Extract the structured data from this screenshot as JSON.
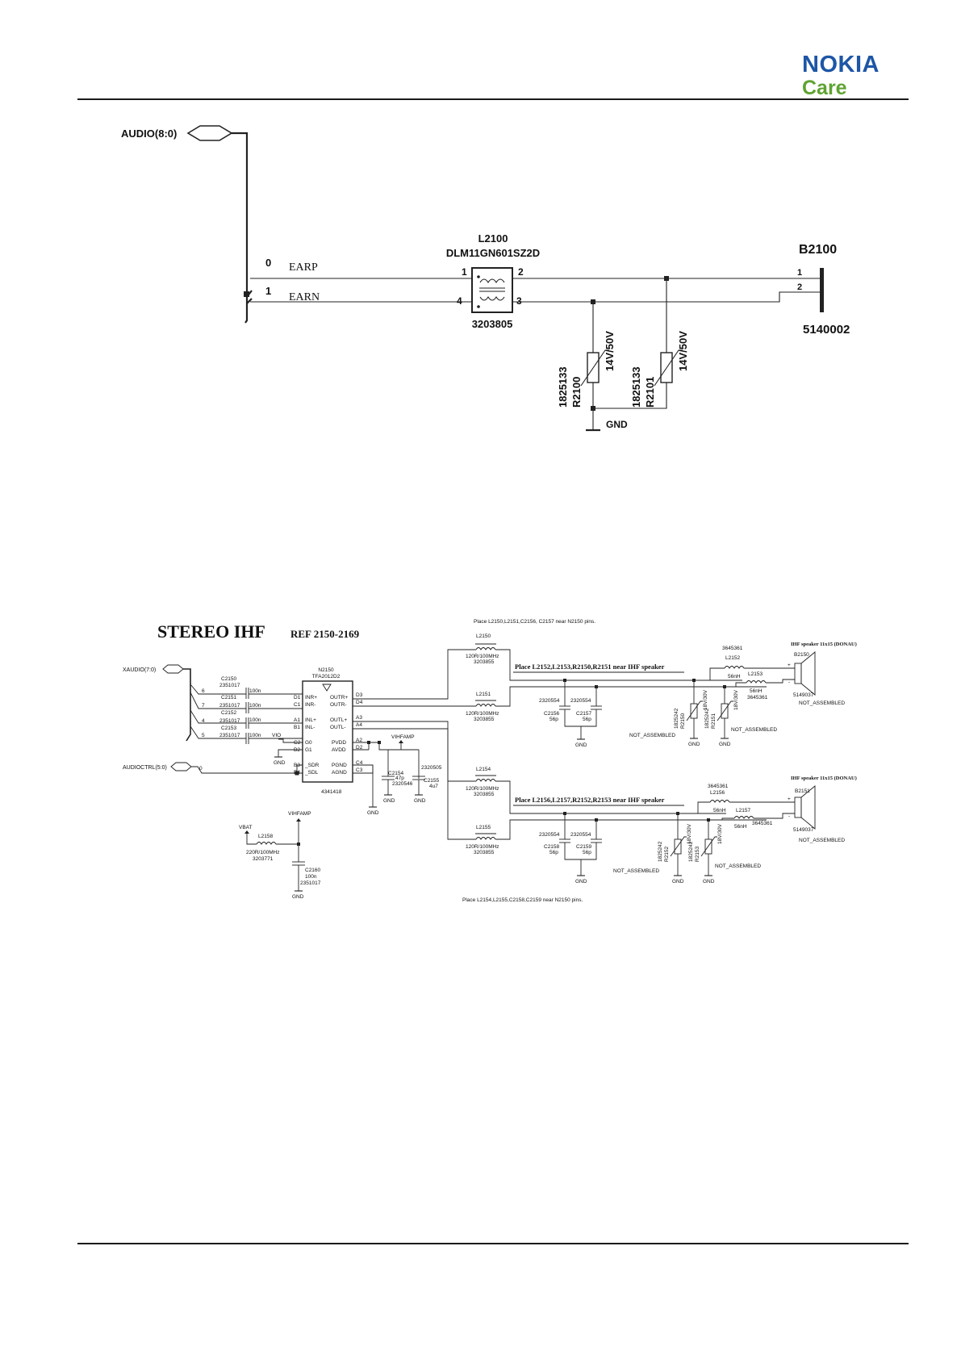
{
  "header": {
    "brand": "NOKIA",
    "subbrand": "Care",
    "brand_color": "#1d56a6",
    "subbrand_color": "#5fa332"
  },
  "top": {
    "bus": "AUDIO(8:0)",
    "net0": {
      "num": "0",
      "name": "EARP"
    },
    "net1": {
      "num": "1",
      "name": "EARN"
    },
    "filter": {
      "ref": "L2100",
      "part": "DLM11GN601SZ2D",
      "code": "3203805",
      "p1": "1",
      "p2": "2",
      "p3": "3",
      "p4": "4"
    },
    "speaker": {
      "ref": "B2100",
      "code": "5140002",
      "p1": "1",
      "p2": "2"
    },
    "varistors": [
      {
        "ref": "R2100",
        "code": "1825133",
        "rating": "14V/50V"
      },
      {
        "ref": "R2101",
        "code": "1825133",
        "rating": "14V/50V"
      }
    ],
    "gnd": "GND"
  },
  "ihf": {
    "title": "STEREO IHF",
    "ref": "REF 2150-2169",
    "note_top": "Place L2150,L2151,C2156, C2157 near N2150 pins.",
    "note_bottom": "Place L2154,L2155,C2158,C2159 near N2150 pins.",
    "xaudio": "XAUDIO(7:0)",
    "audioctrl": "AUDIOCTRL(5:0)",
    "audioctrl_num": "0",
    "input_nums": [
      "6",
      "7",
      "4",
      "5"
    ],
    "caps": [
      {
        "ref": "C2150",
        "code": "2351017",
        "val": "100n"
      },
      {
        "ref": "C2151",
        "code": "2351017",
        "val": "100n"
      },
      {
        "ref": "C2152",
        "code": "2351017",
        "val": "100n"
      },
      {
        "ref": "C2153",
        "code": "2351017",
        "val": "100n"
      }
    ],
    "ic": {
      "ref": "N2150",
      "part": "TFA2012D2",
      "code": "4341418",
      "left_pins": [
        {
          "ball": "D1",
          "name": "INR+"
        },
        {
          "ball": "C1",
          "name": "INR-"
        },
        {
          "ball": "A1",
          "name": "INL+"
        },
        {
          "ball": "B1",
          "name": "INL-"
        },
        {
          "ball": "C2",
          "name": "G0"
        },
        {
          "ball": "B2",
          "name": "G1"
        },
        {
          "ball": "B3",
          "name": "_SDR"
        },
        {
          "ball": "B4",
          "name": "_SDL"
        }
      ],
      "right_pins": [
        {
          "ball": "D3",
          "name": "OUTR+"
        },
        {
          "ball": "D4",
          "name": "OUTR-"
        },
        {
          "ball": "A3",
          "name": "OUTL+"
        },
        {
          "ball": "A4",
          "name": "OUTL-"
        },
        {
          "ball": "A2",
          "name": "PVDD"
        },
        {
          "ball": "D2",
          "name": "AVDD"
        },
        {
          "ball": "C4",
          "name": "PGND"
        },
        {
          "ball": "C3",
          "name": "AGND"
        }
      ]
    },
    "vio": "VIO",
    "vihfamp": "VIHFAMP",
    "vbat": "VBAT",
    "gnd": "GND",
    "c2154": {
      "ref": "C2154",
      "val": "47p",
      "code": "2320546"
    },
    "c2155": {
      "ref": "C2155",
      "val": "4u7",
      "code": "2320505"
    },
    "ferrites": [
      {
        "ref": "L2150",
        "val": "120R/100MHz",
        "code": "3203855"
      },
      {
        "ref": "L2151",
        "val": "120R/100MHz",
        "code": "3203855"
      },
      {
        "ref": "L2154",
        "val": "120R/100MHz",
        "code": "3203855"
      },
      {
        "ref": "L2155",
        "val": "120R/100MHz",
        "code": "3203855"
      }
    ],
    "l2158": {
      "ref": "L2158",
      "val": "220R/100MHz",
      "code": "3203771"
    },
    "c2160": {
      "ref": "C2160",
      "val": "100n",
      "code": "2351017"
    },
    "place_right": "Place L2152,L2153,R2150,R2151 near IHF speaker",
    "place_left": "Place L2156,L2157,R2152,R2153 near IHF speaker",
    "right_ch": {
      "c_a": {
        "ref": "C2156",
        "val": "56p",
        "code": "2320554"
      },
      "c_b": {
        "ref": "C2157",
        "val": "56p",
        "code": "2320554"
      },
      "ind_a": {
        "ref": "L2152",
        "val": "56nH",
        "code": "3645361"
      },
      "ind_b": {
        "ref": "L2153",
        "val": "56nH",
        "code": "3645361"
      },
      "r_a": {
        "ref": "R2150",
        "code": "1825242",
        "rating": "18V/30V"
      },
      "r_b": {
        "ref": "R2151",
        "code": "1825242",
        "rating": "18V/30V"
      },
      "speaker": {
        "title": "IHF speaker 11x15 (DONAU)",
        "ref": "B2150",
        "code": "5149037"
      }
    },
    "left_ch": {
      "c_a": {
        "ref": "C2158",
        "val": "56p",
        "code": "2320554"
      },
      "c_b": {
        "ref": "C2159",
        "val": "56p",
        "code": "2320554"
      },
      "ind_a": {
        "ref": "L2156",
        "val": "56nH",
        "code": "3645361"
      },
      "ind_b": {
        "ref": "L2157",
        "val": "56nH",
        "code": "3645361"
      },
      "r_a": {
        "ref": "R2152",
        "code": "1825242",
        "rating": "18V/30V"
      },
      "r_b": {
        "ref": "R2153",
        "code": "1825242",
        "rating": "18V/30V"
      },
      "speaker": {
        "title": "IHF speaker 11x15 (DONAU)",
        "ref": "B2151",
        "code": "5149037"
      }
    },
    "not_assembled": "NOT_ASSEMBLED",
    "plus": "+",
    "minus": "-"
  }
}
